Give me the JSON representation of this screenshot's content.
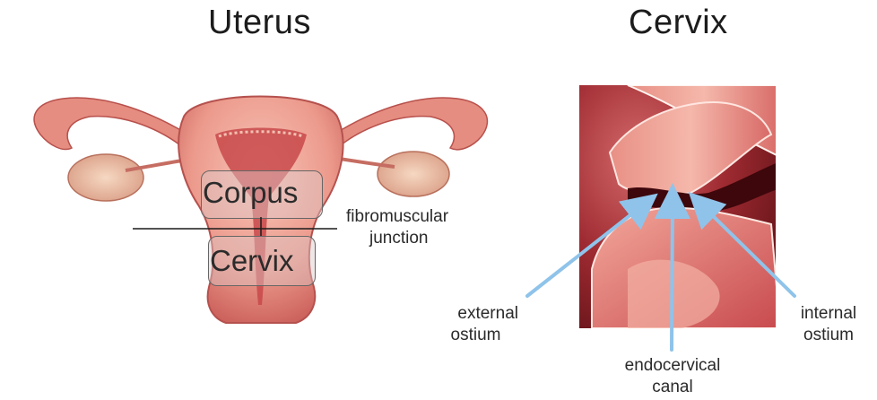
{
  "titles": {
    "left": "Uterus",
    "right": "Cervix"
  },
  "uterus_diagram": {
    "region_upper": "Corpus",
    "region_lower": "Cervix",
    "boundary_label_line1": "fibromuscular",
    "boundary_label_line2": "junction"
  },
  "cervix_diagram": {
    "labels": {
      "external_line1": "external",
      "external_line2": "ostium",
      "canal_line1": "endocervical",
      "canal_line2": "canal",
      "internal_line1": "internal",
      "internal_line2": "ostium"
    },
    "arrow_color": "#8fc3ea"
  },
  "colors": {
    "tissue_light": "#f3b6a8",
    "tissue_mid": "#e07a70",
    "tissue_dark": "#a8323a",
    "ovary": "#f1c8b0",
    "cervix_deep": "#7a1a1f"
  }
}
